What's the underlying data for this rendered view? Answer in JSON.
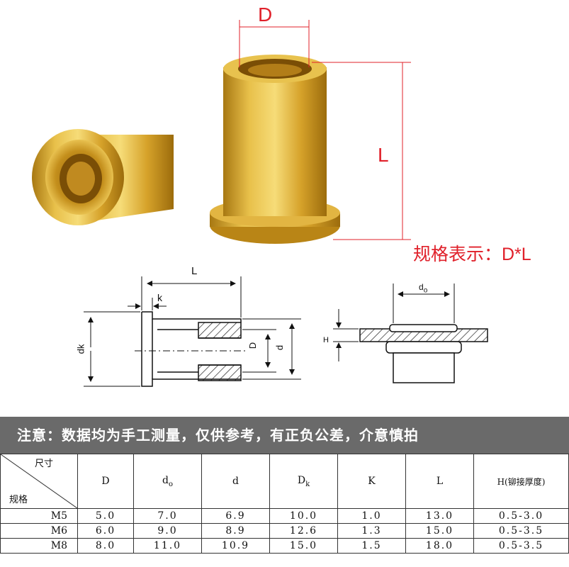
{
  "photo": {
    "d_label": "D",
    "l_label": "L",
    "spec_note": "规格表示：D*L"
  },
  "drawing": {
    "left": {
      "L": "L",
      "k": "k",
      "dk": "dk",
      "D": "D",
      "d": "d"
    },
    "right": {
      "do": "d",
      "do_sub": "o",
      "H": "H"
    }
  },
  "colors": {
    "accent": "#e0202a",
    "brass": "#d9a52a",
    "notice_bg": "#6a6a6a"
  },
  "table": {
    "notice": "注意：数据均为手工测量，仅供参考，有正负公差，介意慎拍",
    "corner_top": "尺寸",
    "corner_bottom": "规格",
    "headers": [
      "D",
      "d",
      "d",
      "D",
      "K",
      "L",
      "H(铆接厚度)"
    ],
    "header_subs": [
      "",
      "o",
      "",
      "k",
      "",
      "",
      ""
    ],
    "rows": [
      {
        "spec": "M5",
        "values": [
          "5.0",
          "7.0",
          "6.9",
          "10.0",
          "1.0",
          "13.0",
          "0.5-3.0"
        ]
      },
      {
        "spec": "M6",
        "values": [
          "6.0",
          "9.0",
          "8.9",
          "12.6",
          "1.3",
          "15.0",
          "0.5-3.5"
        ]
      },
      {
        "spec": "M8",
        "values": [
          "8.0",
          "11.0",
          "10.9",
          "15.0",
          "1.5",
          "18.0",
          "0.5-3.5"
        ]
      }
    ]
  }
}
